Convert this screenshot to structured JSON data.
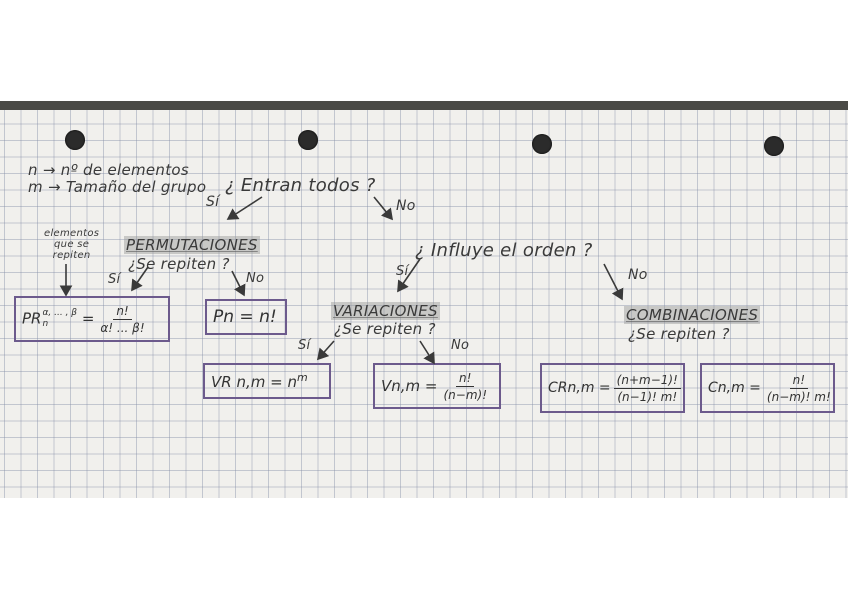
{
  "legend": {
    "n_line": "n → nº  de elementos",
    "m_line": "m → Tamaño del grupo"
  },
  "questions": {
    "entran_todos": "¿ Entran todos ?",
    "influye_orden": "¿ Influye el orden ?",
    "se_repiten": "¿Se repiten ?"
  },
  "answers": {
    "si": "Sí",
    "no": "No"
  },
  "note_repeated": [
    "elementos",
    "que se",
    "repiten"
  ],
  "categories": {
    "permutaciones": "PERMUTACIONES",
    "variaciones": "VARIACIONES",
    "combinaciones": "COMBINACIONES"
  },
  "formulas": {
    "pr": {
      "lhs": "PR",
      "sup": "α, ... , β",
      "sub": "n",
      "num": "n!",
      "den": "α! ... β!"
    },
    "pn": {
      "text": "Pn = n!"
    },
    "vr": {
      "lhs": "VR n,m = n",
      "sup": "m"
    },
    "v": {
      "lhs": "Vn,m =",
      "num": "n!",
      "den": "(n−m)!"
    },
    "cr": {
      "lhs": "CRn,m =",
      "num": "(n+m−1)!",
      "den": "(n−1)! m!"
    },
    "c": {
      "lhs": "Cn,m =",
      "num": "n!",
      "den": "(n−m)! m!"
    }
  },
  "colors": {
    "box": "#6c5a8c",
    "ink": "#3a3a3a",
    "paper": "#f1f0ed"
  }
}
